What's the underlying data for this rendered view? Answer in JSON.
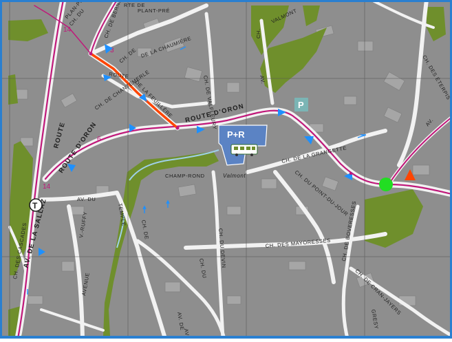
{
  "map": {
    "route_numbers": [
      "14",
      "3",
      "6",
      "14"
    ],
    "streets": [
      "PLAN-PRÉ",
      "CH. DU",
      "CH. DE BERNE",
      "RTE DE",
      "PLANT-PRÉ",
      "DE LA CHAUMIÈRE",
      "VALMONT",
      "CH.",
      "ROUTE",
      "DE LA FEUILLÈRE",
      "CH. DE",
      "CH. DES ÉTERPIS",
      "CH. DE CHANTEMERLE",
      "CH. DE VALFLEURY",
      "AV.",
      "ROUTE D'ORON",
      "ROUTE D'ORON",
      "CH. DE LA GRANGETTE",
      "CH. DU POINT-DU-JOUR",
      "CHAMP-ROND",
      "Valmont",
      "AV. DU",
      "TEMPLE",
      "CH. DE",
      "AV. DE LA SALLAZ",
      "ROUTE",
      "V.-RUFFY",
      "AVENUE",
      "CH. DES CASCADES",
      "CH. DU DEVIN",
      "CH. DES MAYORESSES",
      "CH. DE BOVERESSES",
      "CH. DE CRAN-JAYERS",
      "AV.",
      "GRESY",
      "CH. DU",
      "AV. DE",
      "AV."
    ],
    "parking": {
      "label": "P"
    },
    "park_and_ride": {
      "label": "P+R"
    },
    "transit_symbol": {
      "label": "T"
    },
    "markers": [
      {
        "name": "location-marker",
        "color": "#22dd22"
      },
      {
        "name": "arrow-marker",
        "color": "#ff4500"
      }
    ],
    "colors": {
      "background": "#8e8e8e",
      "street": "#f2f2f2",
      "park": "#6f8f2c",
      "route": "#c0187a",
      "highlight": "#ff4500",
      "direction": "#1e90ff",
      "parking": "#7bb5b5",
      "water": "#9fd0e8"
    }
  }
}
